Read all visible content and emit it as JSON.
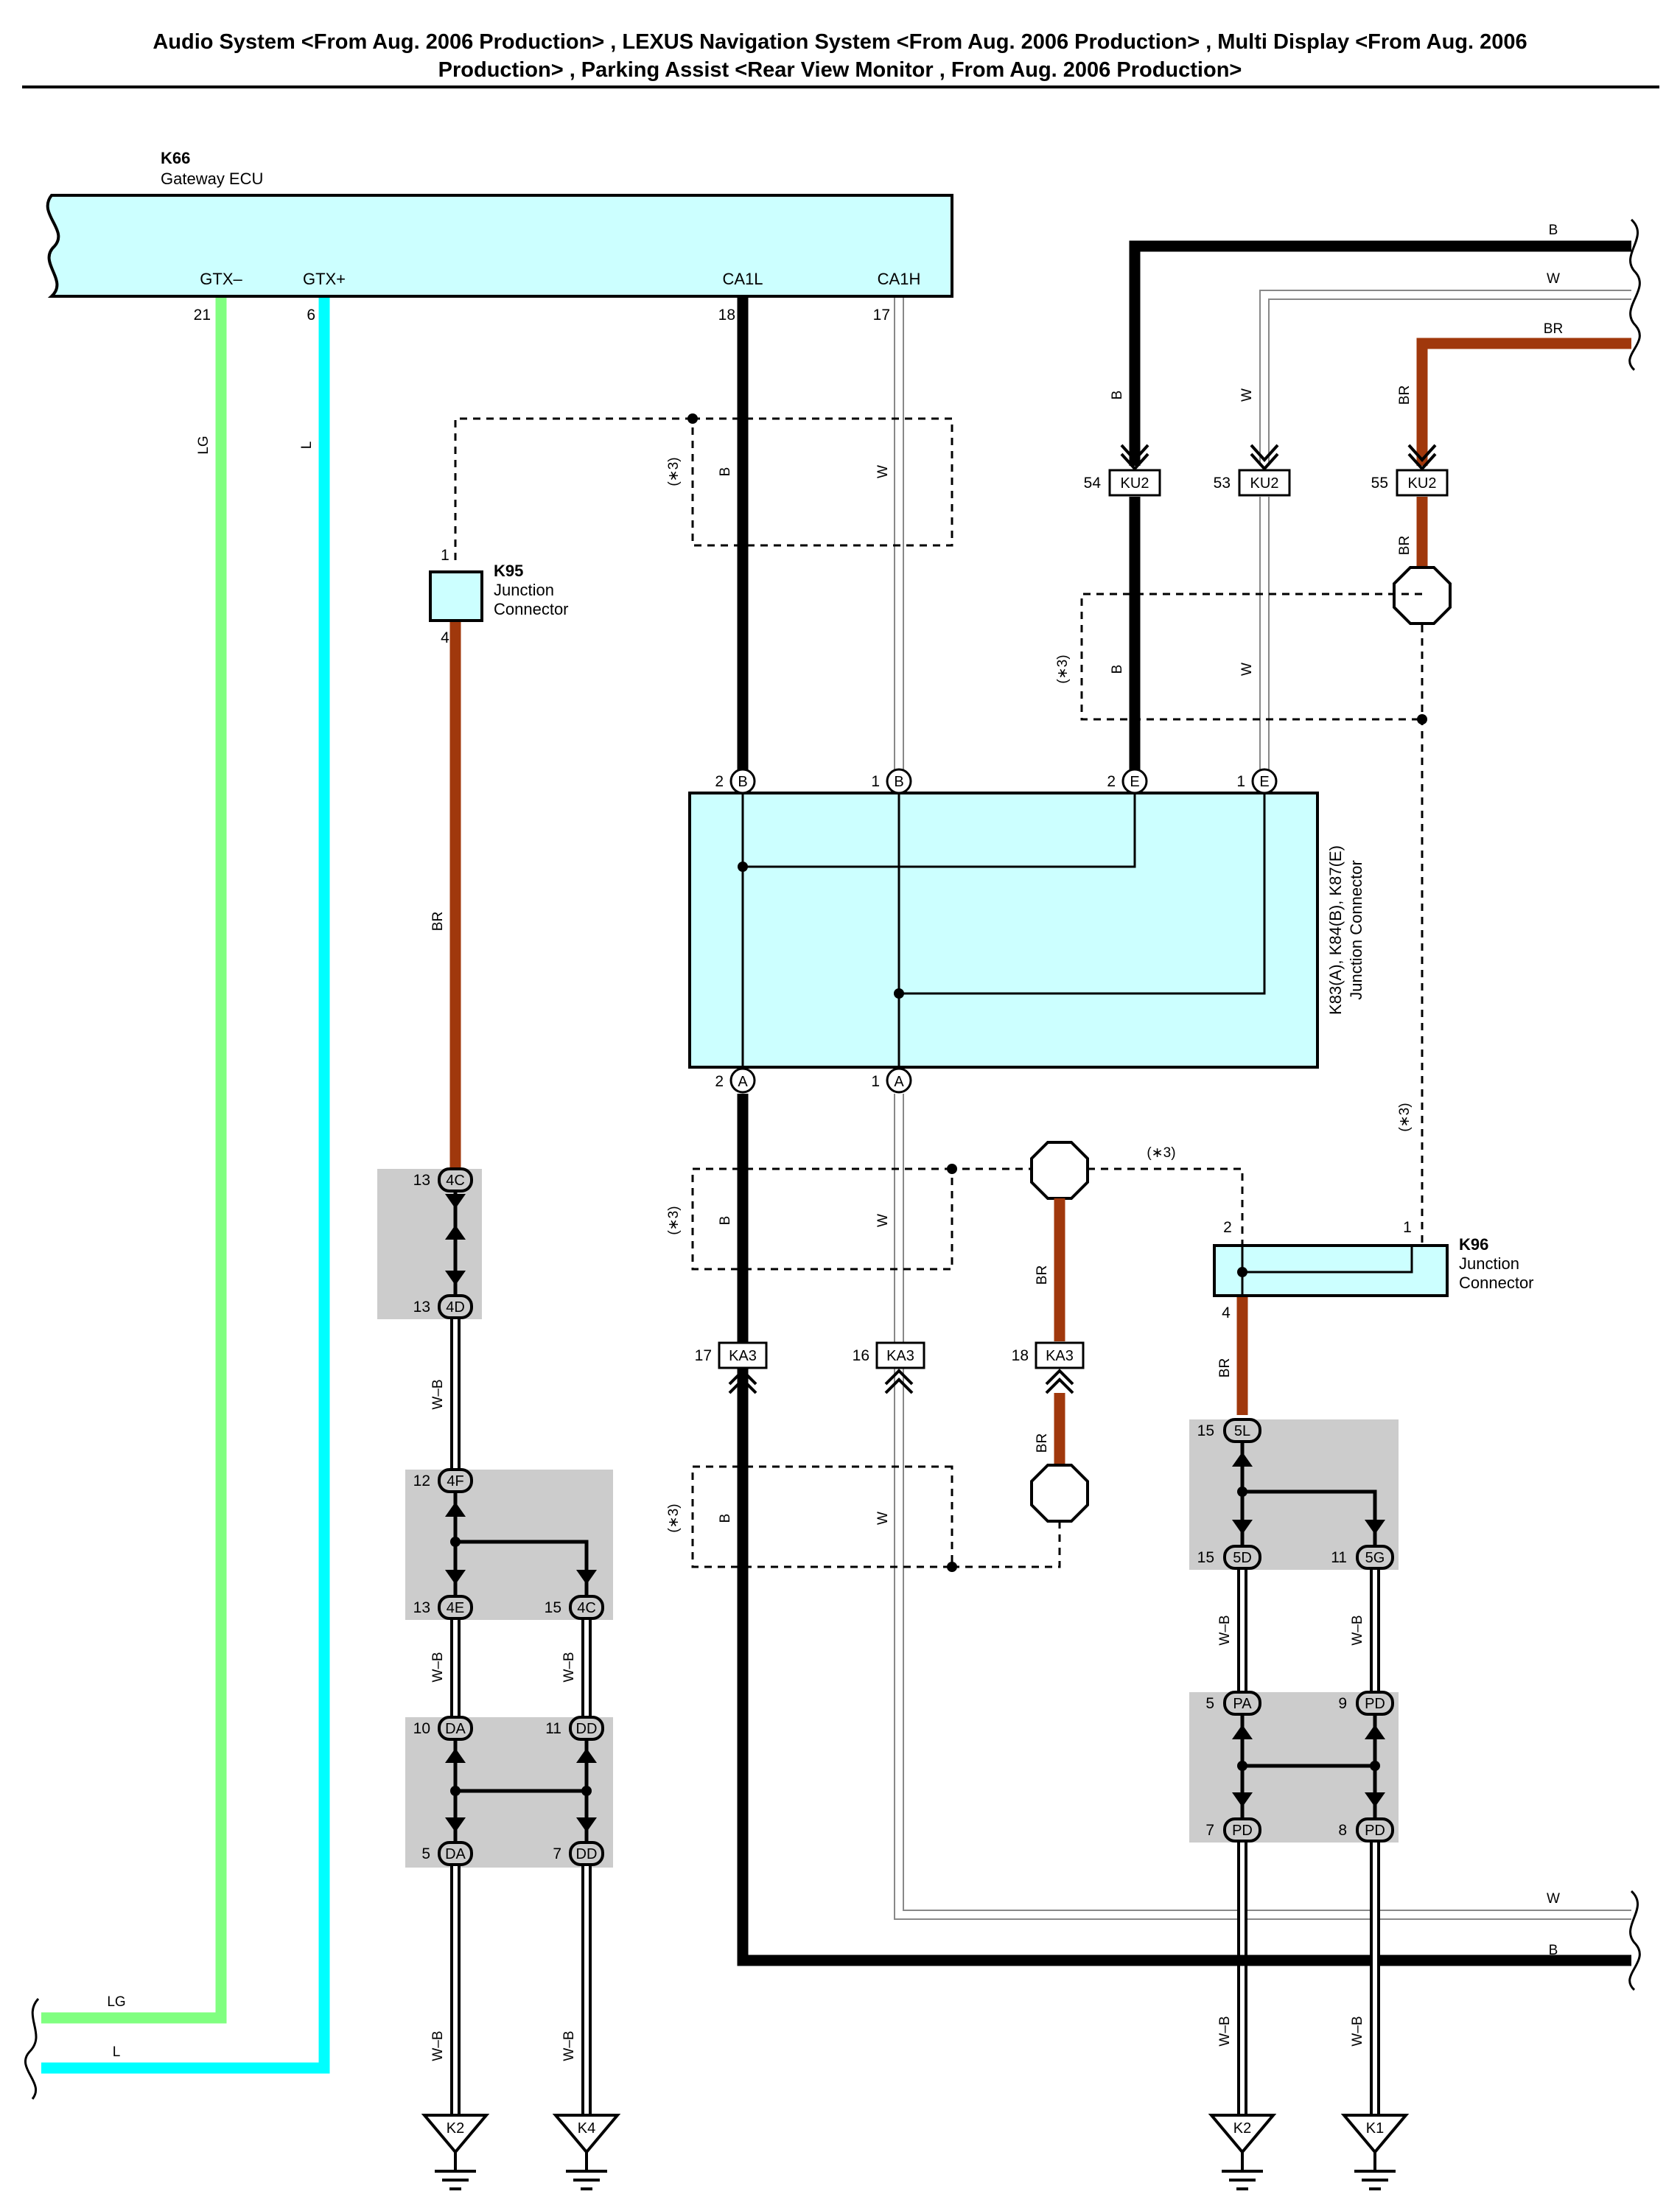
{
  "title": {
    "line1": "Audio System <From Aug. 2006 Production> , LEXUS Navigation System <From Aug. 2006 Production> , Multi Display <From Aug. 2006",
    "line2": "Production> , Parking Assist <Rear View Monitor , From Aug. 2006 Production>"
  },
  "colors": {
    "ecu_fill": "#ccffff",
    "splice_fill": "#cccccc",
    "wire_lg": "#80ff80",
    "wire_l": "#00ffff",
    "wire_br": "#a0380c",
    "wire_b": "#000000"
  },
  "components": {
    "k66": {
      "code": "K66",
      "name": "Gateway ECU"
    },
    "k95": {
      "code": "K95",
      "name1": "Junction",
      "name2": "Connector"
    },
    "k96": {
      "code": "K96",
      "name1": "Junction",
      "name2": "Connector"
    },
    "jc": {
      "codes": "K83(A), K84(B), K87(E)",
      "name": "Junction Connector"
    }
  },
  "ecu_pins": {
    "gtx_minus": {
      "name": "GTX–",
      "pin": "21"
    },
    "gtx_plus": {
      "name": "GTX+",
      "pin": "6"
    },
    "ca1l": {
      "name": "CA1L",
      "pin": "18"
    },
    "ca1h": {
      "name": "CA1H",
      "pin": "17"
    }
  },
  "wire_colors": {
    "lg": "LG",
    "l": "L",
    "br": "BR",
    "b": "B",
    "w": "W",
    "wb": "W–B"
  },
  "notes": {
    "star3": "(∗3)"
  },
  "pins": {
    "p1": "1",
    "p2": "2",
    "p4": "4",
    "p5": "5",
    "p7": "7",
    "p8": "8",
    "p9": "9",
    "p10": "10",
    "p11": "11",
    "p12": "12",
    "p13": "13",
    "p15": "15",
    "p16": "16",
    "p17": "17",
    "p18": "18",
    "p53": "53",
    "p54": "54",
    "p55": "55"
  },
  "connectors": {
    "ku2": "KU2",
    "ka3": "KA3",
    "c4C": "4C",
    "c4D": "4D",
    "c4F": "4F",
    "c4E": "4E",
    "cDA": "DA",
    "cDD": "DD",
    "c5L": "5L",
    "c5D": "5D",
    "c5G": "5G",
    "cPA": "PA",
    "cPD": "PD",
    "jA": "A",
    "jB": "B",
    "jE": "E"
  },
  "grounds": {
    "k2": "K2",
    "k4": "K4",
    "k1": "K1"
  }
}
